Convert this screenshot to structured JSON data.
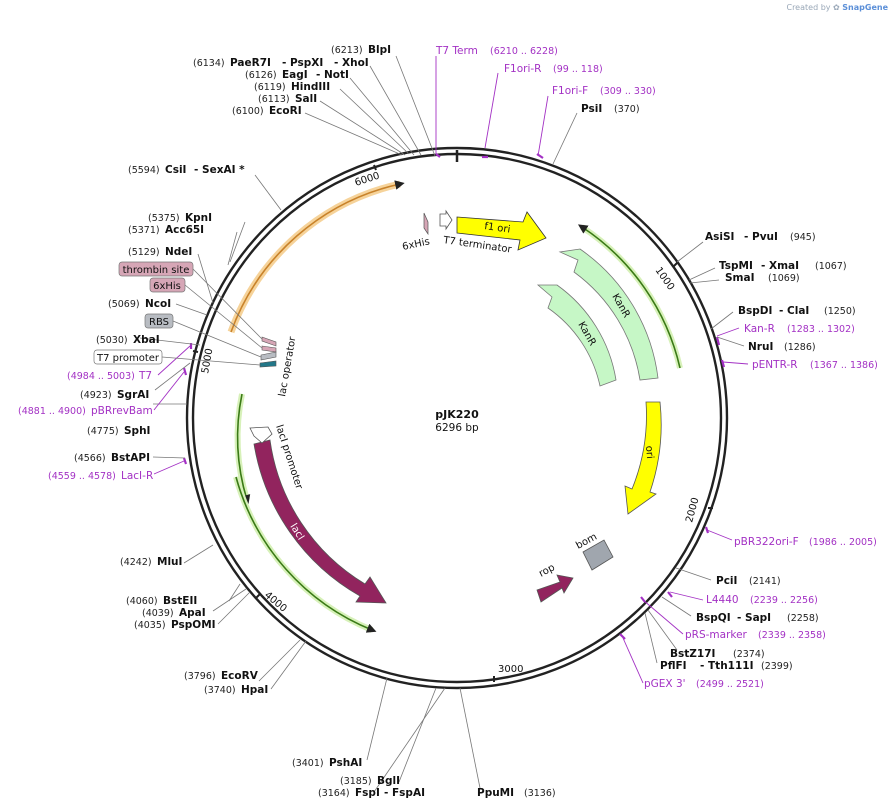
{
  "credit": {
    "prefix": "Created by",
    "brand": "SnapGene"
  },
  "plasmid": {
    "name": "pJK220",
    "size": "6296 bp"
  },
  "colors": {
    "backbone": "#222222",
    "primer": "#a331c4",
    "lacI": "#92245e",
    "ori": "#ffff00",
    "kanR": "#c6f7c6",
    "orange_feature": "#f3a948",
    "green_feature": "#7ac143",
    "rop": "#92245e",
    "bom": "#a0a6ae",
    "thrombin": "#d6a6b6",
    "rbs": "#b8bcc2"
  },
  "ticks": [
    "1000",
    "2000",
    "3000",
    "4000",
    "5000",
    "6000"
  ],
  "features": {
    "f1_ori": "f1 ori",
    "his_6x": "6xHis",
    "t7_terminator": "T7 terminator",
    "kanr_outer": "KanR",
    "kanr_inner": "KanR",
    "ori": "ori",
    "bom": "bom",
    "rop": "rop",
    "laci": "lacI",
    "laci_promoter": "lacI promoter",
    "lac_operator": "lac operator"
  },
  "left_features": [
    {
      "label": "thrombin site",
      "color": "#d6a6b6"
    },
    {
      "label": "6xHis",
      "color": "#d6a6b6"
    },
    {
      "label": "RBS",
      "color": "#b8bcc2"
    },
    {
      "label": "T7 promoter",
      "color": "#ffffff"
    }
  ],
  "sites": [
    {
      "bp": "(6213)",
      "name": "BlpI"
    },
    {
      "bp": "(6134)",
      "name": "PaeR7I",
      "name2": "- PspXI",
      "name3": "- XhoI"
    },
    {
      "bp": "(6126)",
      "name": "EagI",
      "name2": "- NotI"
    },
    {
      "bp": "(6119)",
      "name": "HindIII"
    },
    {
      "bp": "(6113)",
      "name": "SalI"
    },
    {
      "bp": "(6100)",
      "name": "EcoRI"
    },
    {
      "bp": "(370)",
      "name": "PsiI"
    },
    {
      "bp": "(5594)",
      "name": "CsiI",
      "name2": "- SexAI *"
    },
    {
      "bp": "(5375)",
      "name": "KpnI"
    },
    {
      "bp": "(5371)",
      "name": "Acc65I"
    },
    {
      "bp": "(5129)",
      "name": "NdeI"
    },
    {
      "bp": "(5069)",
      "name": "NcoI"
    },
    {
      "bp": "(5030)",
      "name": "XbaI"
    },
    {
      "bp": "(4923)",
      "name": "SgrAI"
    },
    {
      "bp": "(4775)",
      "name": "SphI"
    },
    {
      "bp": "(4566)",
      "name": "BstAPI"
    },
    {
      "bp": "(4242)",
      "name": "MluI"
    },
    {
      "bp": "(4060)",
      "name": "BstEII"
    },
    {
      "bp": "(4039)",
      "name": "ApaI"
    },
    {
      "bp": "(4035)",
      "name": "PspOMI"
    },
    {
      "bp": "(3796)",
      "name": "EcoRV"
    },
    {
      "bp": "(3740)",
      "name": "HpaI"
    },
    {
      "bp": "(3401)",
      "name": "PshAI"
    },
    {
      "bp": "(3185)",
      "name": "BglI"
    },
    {
      "bp": "(3164)",
      "name": "FspI",
      "name2": "- FspAI"
    },
    {
      "bp": "(3136)",
      "name": "PpuMI"
    },
    {
      "bp": "(945)",
      "name": "AsiSI",
      "name2": "- PvuI"
    },
    {
      "bp": "(1067)",
      "name": "TspMI",
      "name2": "- XmaI"
    },
    {
      "bp": "(1069)",
      "name": "SmaI"
    },
    {
      "bp": "(1250)",
      "name": "BspDI",
      "name2": "- ClaI"
    },
    {
      "bp": "(1286)",
      "name": "NruI"
    },
    {
      "bp": "(2141)",
      "name": "PciI"
    },
    {
      "bp": "(2258)",
      "name": "BspQI",
      "name2": "- SapI"
    },
    {
      "bp": "(2374)",
      "name": "BstZ17I"
    },
    {
      "bp": "(2399)",
      "name": "PflFI",
      "name2": "- Tth111I"
    }
  ],
  "primers": [
    {
      "name": "T7 Term",
      "range": "(6210 .. 6228)"
    },
    {
      "name": "F1ori-R",
      "range": "(99 .. 118)"
    },
    {
      "name": "F1ori-F",
      "range": "(309 .. 330)"
    },
    {
      "name": "Kan-R",
      "range": "(1283 .. 1302)"
    },
    {
      "name": "pENTR-R",
      "range": "(1367 .. 1386)"
    },
    {
      "name": "pBR322ori-F",
      "range": "(1986 .. 2005)"
    },
    {
      "name": "L4440",
      "range": "(2239 .. 2256)"
    },
    {
      "name": "pRS-marker",
      "range": "(2339 .. 2358)"
    },
    {
      "name": "pGEX 3'",
      "range": "(2499 .. 2521)"
    },
    {
      "name": "T7",
      "range": "(4984 .. 5003)"
    },
    {
      "name": "pBRrevBam",
      "range": "(4881 .. 4900)"
    },
    {
      "name": "LacI-R",
      "range": "(4559 .. 4578)"
    }
  ]
}
